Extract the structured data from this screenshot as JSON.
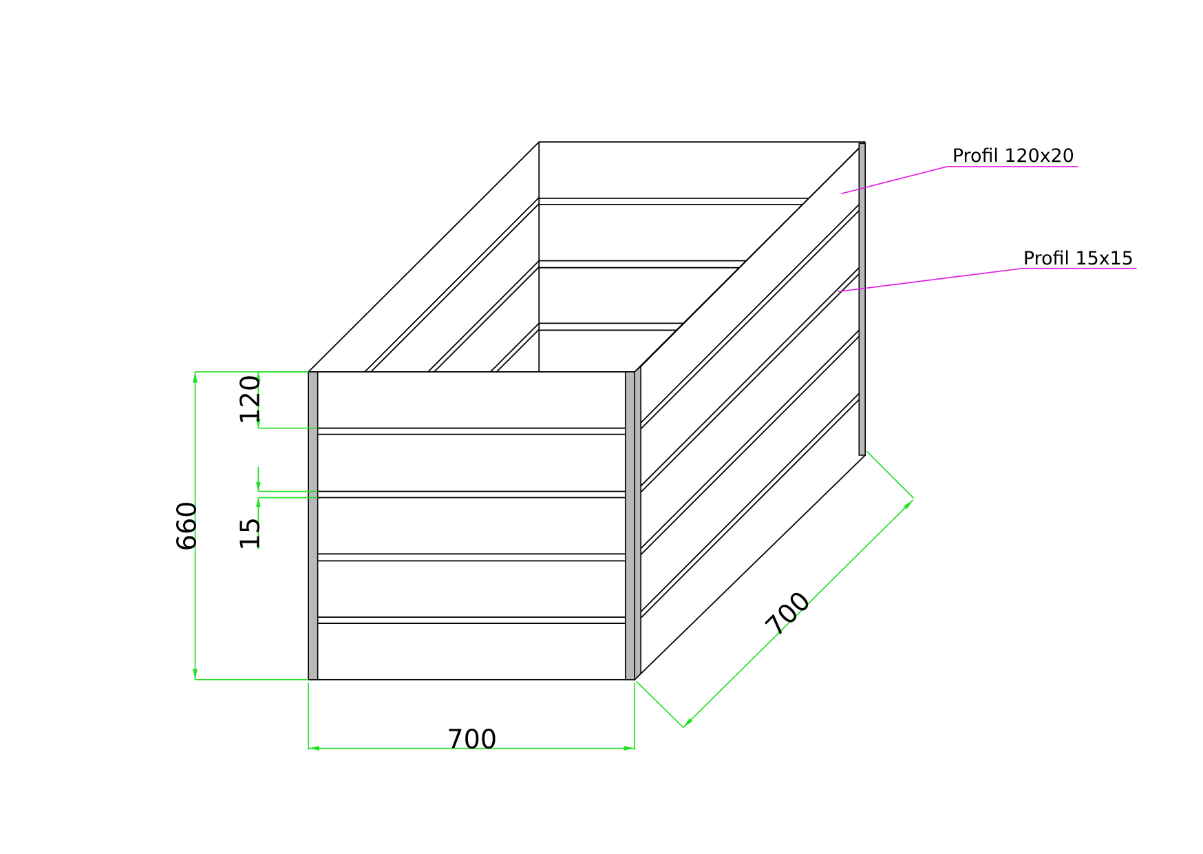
{
  "dimensions": {
    "height_total": "660",
    "top_board": "120",
    "gap": "15",
    "width": "700",
    "depth": "700"
  },
  "labels": {
    "board_profile": "Profil 120x20",
    "post_profile": "Profil 15x15"
  },
  "colors": {
    "dimension": "#22e022",
    "leader": "#e020e0",
    "post_fill": "#b9b9b9"
  }
}
